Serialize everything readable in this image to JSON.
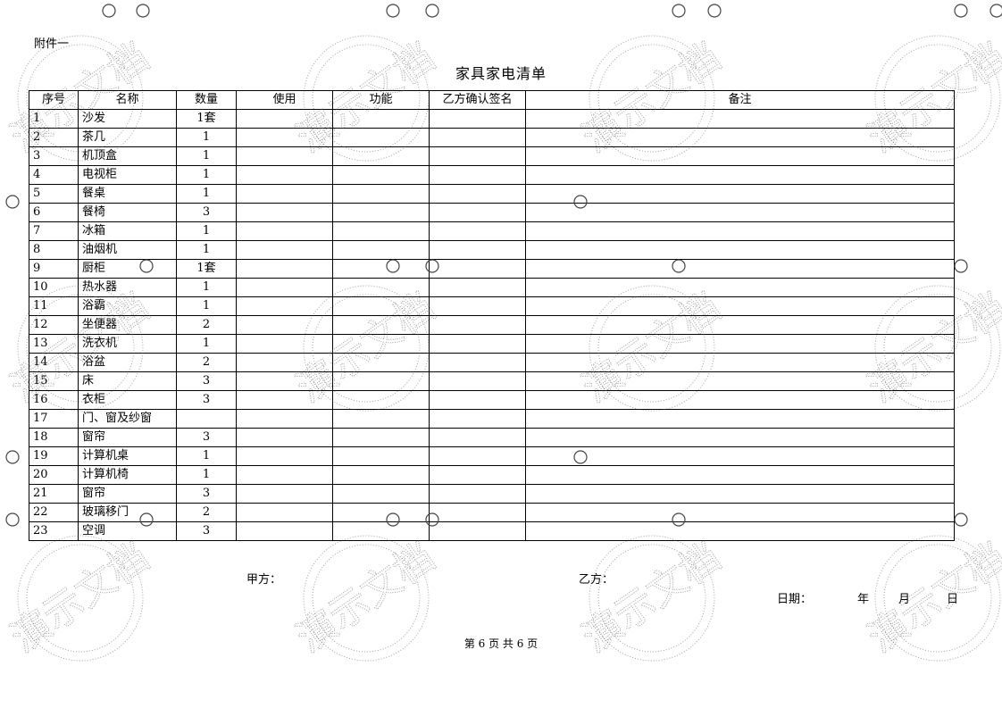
{
  "attachment": "附件一",
  "title": "家具家电清单",
  "columns": [
    "序号",
    "名称",
    "数量",
    "使用",
    "功能",
    "乙方确认签名",
    "备注"
  ],
  "rows": [
    [
      "1",
      "沙发",
      "1套"
    ],
    [
      "2",
      "茶几",
      "1"
    ],
    [
      "3",
      "机顶盒",
      "1"
    ],
    [
      "4",
      "电视柜",
      "1"
    ],
    [
      "5",
      "餐桌",
      "1"
    ],
    [
      "6",
      "餐椅",
      "3"
    ],
    [
      "7",
      "冰箱",
      "1"
    ],
    [
      "8",
      "油烟机",
      "1"
    ],
    [
      "9",
      "厨柜",
      "1套"
    ],
    [
      "10",
      "热水器",
      "1"
    ],
    [
      "11",
      "浴霸",
      "1"
    ],
    [
      "12",
      "坐便器",
      "2"
    ],
    [
      "13",
      "洗衣机",
      "1"
    ],
    [
      "14",
      "浴盆",
      "2"
    ],
    [
      "15",
      "床",
      "3"
    ],
    [
      "16",
      "衣柜",
      "3"
    ],
    [
      "17",
      "门、窗及纱窗",
      ""
    ],
    [
      "18",
      "窗帘",
      "3"
    ],
    [
      "19",
      "计算机桌",
      "1"
    ],
    [
      "20",
      "计算机椅",
      "1"
    ],
    [
      "21",
      "窗帘",
      "3"
    ],
    [
      "22",
      "玻璃移门",
      "2"
    ],
    [
      "23",
      "空调",
      "3"
    ]
  ],
  "signature": {
    "party_a": "甲方：",
    "party_b": "乙方：",
    "date_label": "日期：",
    "year": "年",
    "month": "月",
    "day": "日"
  },
  "footer": "第 6 页 共 6 页",
  "watermark_text": "演示文档"
}
